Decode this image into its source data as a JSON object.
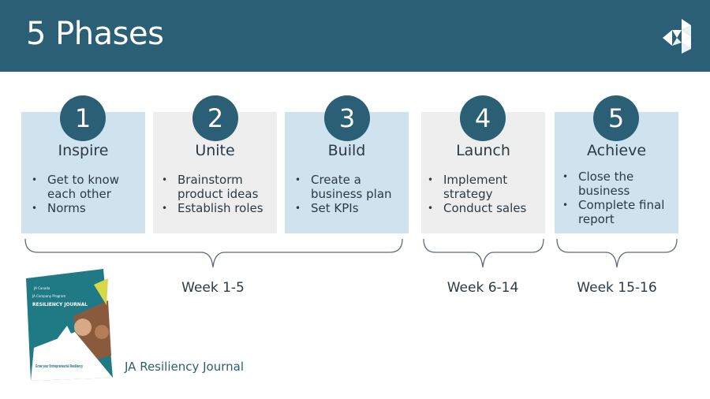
{
  "header": {
    "title": "5 Phases"
  },
  "phases": [
    {
      "number": "1",
      "name": "Inspire",
      "bullets": [
        "Get to know each other",
        "Norms"
      ]
    },
    {
      "number": "2",
      "name": "Unite",
      "bullets": [
        "Brainstorm product ideas",
        "Establish roles"
      ]
    },
    {
      "number": "3",
      "name": "Build",
      "bullets": [
        "Create a business plan",
        "Set KPIs"
      ]
    },
    {
      "number": "4",
      "name": "Launch",
      "bullets": [
        "Implement strategy",
        "Conduct sales"
      ]
    },
    {
      "number": "5",
      "name": "Achieve",
      "bullets": [
        "Close the business",
        "Complete final report"
      ]
    }
  ],
  "weeks": [
    "Week 1-5",
    "Week 6-14",
    "Week 15-16"
  ],
  "journal": {
    "label": "JA Resiliency Journal",
    "cover_title": "RESILIENCY JOURNAL",
    "cover_subtitle": "JA Company Program",
    "cover_tagline": "Grow your Entrepreneurial Resiliency",
    "cover_brand": "JA Canada"
  },
  "colors": {
    "header": "#2a5f76",
    "card_blue": "#cfe3ee",
    "card_grey": "#eeeeee",
    "text": "#2b3a45"
  }
}
